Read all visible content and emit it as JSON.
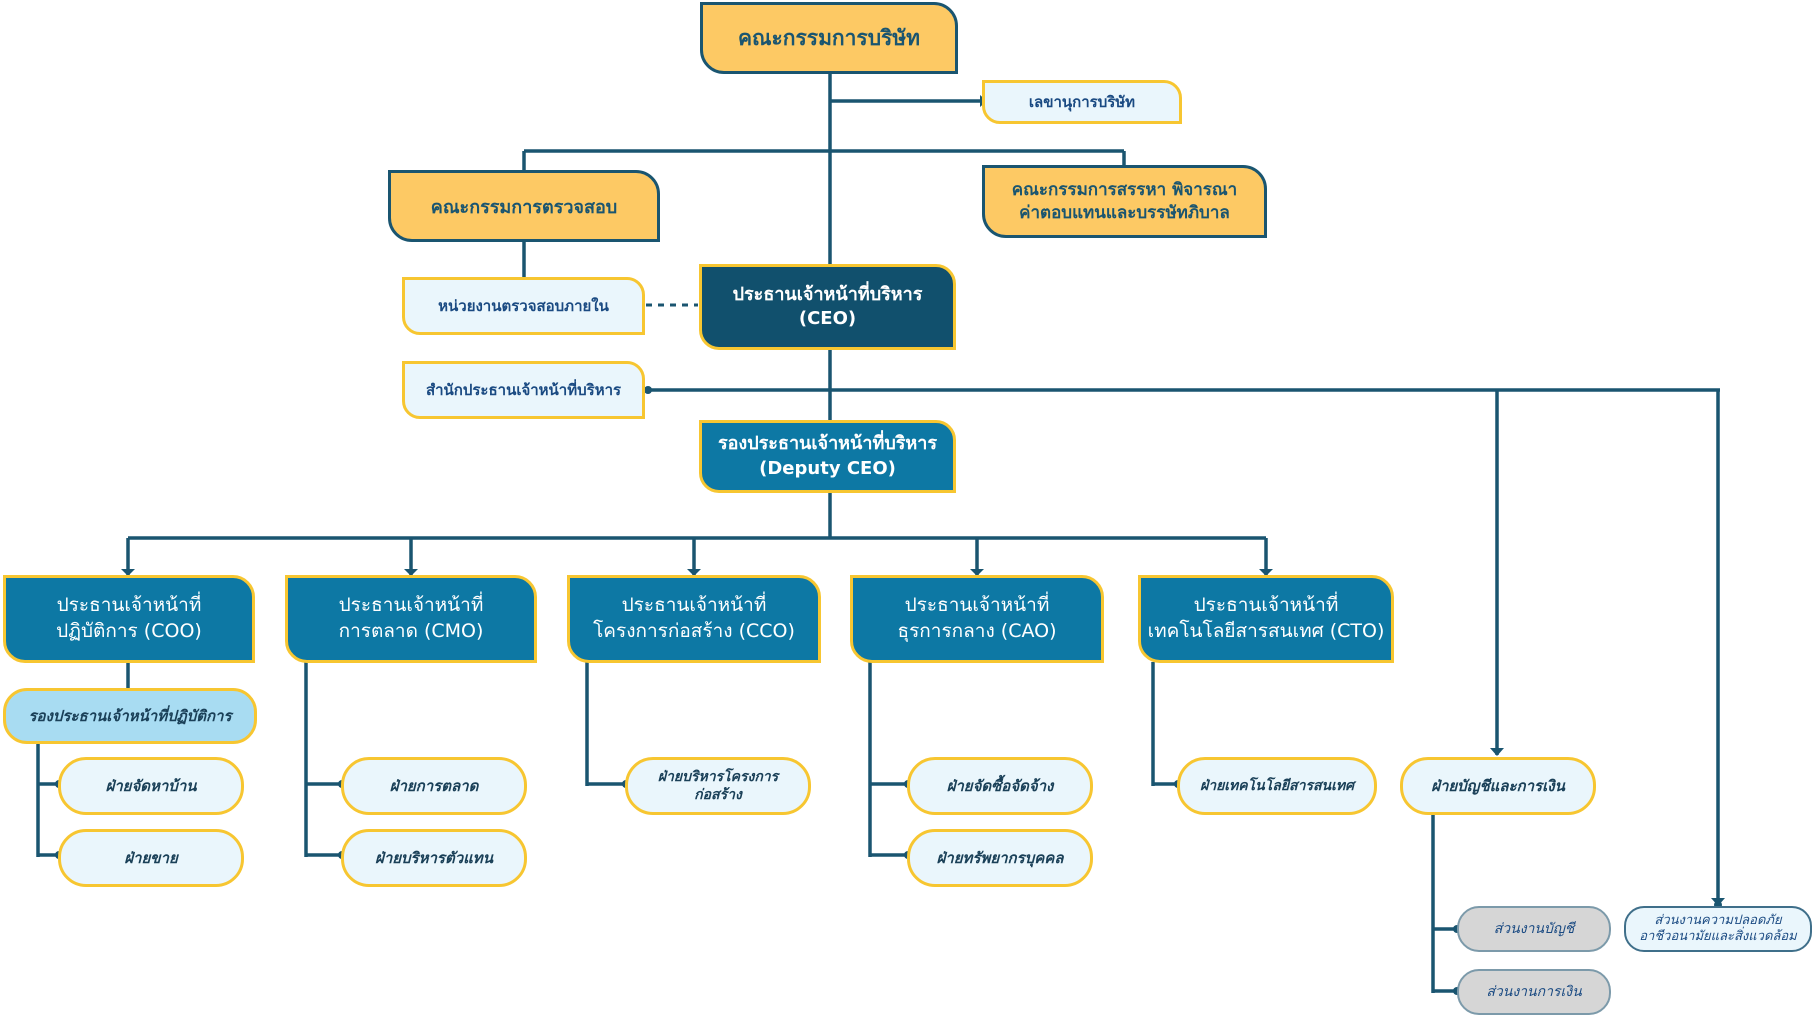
{
  "board": "คณะกรรมการบริษัท",
  "company_secretary": "เลขานุการบริษัท",
  "audit_committee": "คณะกรรมการตรวจสอบ",
  "nomination_committee": "คณะกรรมการสรรหา พิจารณา\nค่าตอบแทนและบรรษัทภิบาล",
  "internal_audit": "หน่วยงานตรวจสอบภายใน",
  "ceo": "ประธานเจ้าหน้าที่บริหาร\n(CEO)",
  "ceo_office": "สำนักประธานเจ้าหน้าที่บริหาร",
  "deputy_ceo": "รองประธานเจ้าหน้าที่บริหาร\n(Deputy CEO)",
  "executives": [
    {
      "label": "ประธานเจ้าหน้าที่\nปฏิบัติการ (COO)"
    },
    {
      "label": "ประธานเจ้าหน้าที่\nการตลาด (CMO)"
    },
    {
      "label": "ประธานเจ้าหน้าที่\nโครงการก่อสร้าง (CCO)"
    },
    {
      "label": "ประธานเจ้าหน้าที่\nธุรการกลาง (CAO)"
    },
    {
      "label": "ประธานเจ้าหน้าที่\nเทคโนโลยีสารสนเทศ (CTO)"
    }
  ],
  "deputy_operations": "รองประธานเจ้าหน้าที่ปฏิบัติการ",
  "departments": {
    "land_acquisition": "ฝ่ายจัดหาบ้าน",
    "sales": "ฝ่ายขาย",
    "marketing": "ฝ่ายการตลาด",
    "agent_management": "ฝ่ายบริหารตัวแทน",
    "project_management": "ฝ่ายบริหารโครงการ\nก่อสร้าง",
    "procurement": "ฝ่ายจัดซื้อจัดจ้าง",
    "human_resources": "ฝ่ายทรัพยากรบุคคล",
    "it": "ฝ่ายเทคโนโลยีสารสนเทศ",
    "accounting_finance": "ฝ่ายบัญชีและการเงิน"
  },
  "sections": {
    "accounting": "ส่วนงานบัญชี",
    "finance": "ส่วนงานการเงิน",
    "safety": "ส่วนงานความปลอดภัย\nอาชีวอนามัยและสิ่งแวดล้อม"
  }
}
